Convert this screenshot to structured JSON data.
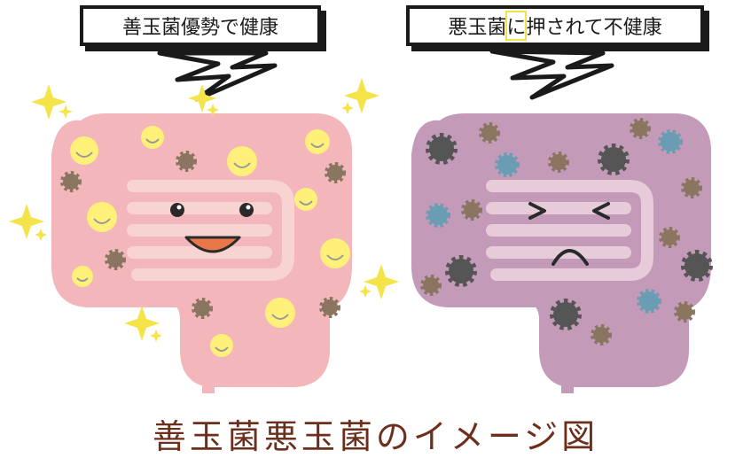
{
  "good_label": "善玉菌優勢で健康",
  "bad_label_prefix": "悪玉菌",
  "bad_label_highlight": "に",
  "bad_label_suffix": "押されて不健康",
  "caption": "善玉菌悪玉菌のイメージ図",
  "colors": {
    "good_intestine": "#f2b6bb",
    "good_intestine_inner": "#f7d3d2",
    "bad_intestine": "#c39ab8",
    "bad_intestine_inner": "#e8cbd8",
    "smiley": "#fff07a",
    "sparkle": "#f5e34a",
    "caption": "#6b2f1c",
    "bad_germ_dark": "#555555",
    "bad_germ_blue": "#6a9db3",
    "bad_germ_brown": "#8a7660"
  }
}
